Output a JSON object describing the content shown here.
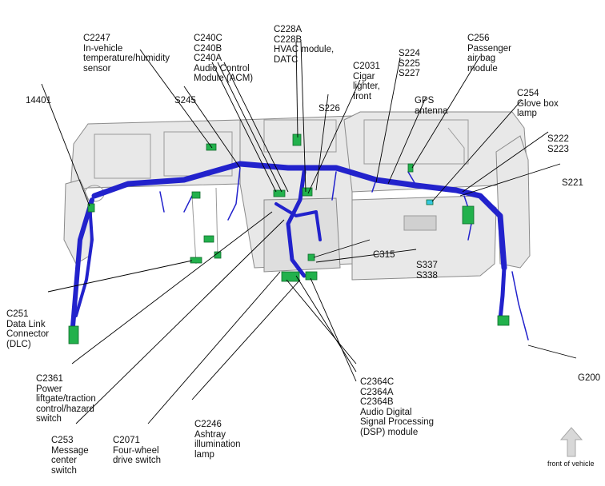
{
  "callouts": [
    {
      "id": "c2247",
      "lines": [
        "C2247",
        "In-vehicle",
        "temperature/humidity",
        "sensor"
      ]
    },
    {
      "id": "c240",
      "lines": [
        "C240C",
        "C240B",
        "C240A",
        "Audio Control",
        "Module (ACM)"
      ]
    },
    {
      "id": "c228",
      "lines": [
        "C228A",
        "C228B",
        "HVAC module,",
        "DATC"
      ]
    },
    {
      "id": "c2031",
      "lines": [
        "C2031",
        "Cigar",
        "lighter,",
        "front"
      ]
    },
    {
      "id": "s224",
      "lines": [
        "S224",
        "S225",
        "S227"
      ]
    },
    {
      "id": "c256",
      "lines": [
        "C256",
        "Passenger",
        "air bag",
        "module"
      ]
    },
    {
      "id": "c14401",
      "lines": [
        "14401"
      ]
    },
    {
      "id": "s245",
      "lines": [
        "S245"
      ]
    },
    {
      "id": "s226",
      "lines": [
        "S226"
      ]
    },
    {
      "id": "gps",
      "lines": [
        "GPS",
        "antenna"
      ]
    },
    {
      "id": "c254",
      "lines": [
        "C254",
        "Glove box",
        "lamp"
      ]
    },
    {
      "id": "s222",
      "lines": [
        "S222",
        "S223"
      ]
    },
    {
      "id": "s221",
      "lines": [
        "S221"
      ]
    },
    {
      "id": "c315",
      "lines": [
        "C315"
      ]
    },
    {
      "id": "s337",
      "lines": [
        "S337",
        "S338"
      ]
    },
    {
      "id": "c251",
      "lines": [
        "C251",
        "Data Link",
        "Connector",
        "(DLC)"
      ]
    },
    {
      "id": "c2361",
      "lines": [
        "C2361",
        "Power",
        "liftgate/traction",
        "control/hazard",
        "switch"
      ]
    },
    {
      "id": "c2364",
      "lines": [
        "C2364C",
        "C2364A",
        "C2364B",
        "Audio Digital",
        "Signal Processing",
        "(DSP) module"
      ]
    },
    {
      "id": "g200",
      "lines": [
        "G200"
      ]
    },
    {
      "id": "c253",
      "lines": [
        "C253",
        "Message",
        "center",
        "switch"
      ]
    },
    {
      "id": "c2071",
      "lines": [
        "C2071",
        "Four-wheel",
        "drive switch"
      ]
    },
    {
      "id": "c2246",
      "lines": [
        "C2246",
        "Ashtray",
        "illumination",
        "lamp"
      ]
    }
  ],
  "orientation": {
    "label": "front of vehicle"
  },
  "colors": {
    "harness": "#2222cc",
    "harness_dark": "#10108a",
    "connector": "#22b14c",
    "panel": "#e6e6e6",
    "panel_edge": "#8a8a8a",
    "leader": "#000000",
    "arrow": "#cfcfcf"
  }
}
